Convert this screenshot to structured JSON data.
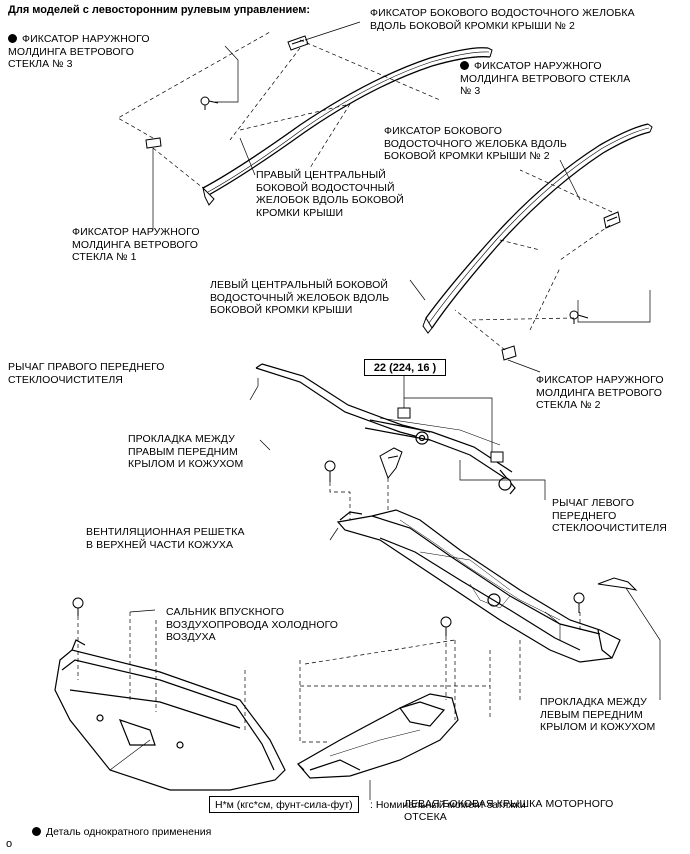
{
  "title": "Для моделей с левосторонним рулевым управлением:",
  "labels": {
    "clip_side_gutter_2_top": "ФИКСАТОР БОКОВОГО ВОДОСТОЧНОГО ЖЕЛОБКА\nВДОЛЬ БОКОВОЙ КРОМКИ КРЫШИ № 2",
    "clip_molding_3_left": "ФИКСАТОР НАРУЖНОГО\nМОЛДИНГА ВЕТРОВОГО\nСТЕКЛА № 3",
    "clip_molding_3_right": "ФИКСАТОР НАРУЖНОГО\nМОЛДИНГА ВЕТРОВОГО СТЕКЛА\n№ 3",
    "clip_side_gutter_2_right": "ФИКСАТОР БОКОВОГО\nВОДОСТОЧНОГО ЖЕЛОБКА ВДОЛЬ\nБОКОВОЙ КРОМКИ КРЫШИ № 2",
    "right_center_gutter": "ПРАВЫЙ ЦЕНТРАЛЬНЫЙ\nБОКОВОЙ ВОДОСТОЧНЫЙ\nЖЕЛОБОК ВДОЛЬ БОКОВОЙ\nКРОМКИ КРЫШИ",
    "clip_molding_1": "ФИКСАТОР НАРУЖНОГО\nМОЛДИНГА ВЕТРОВОГО\nСТЕКЛА № 1",
    "left_center_gutter": "ЛЕВЫЙ ЦЕНТРАЛЬНЫЙ БОКОВОЙ\nВОДОСТОЧНЫЙ ЖЕЛОБОК ВДОЛЬ\nБОКОВОЙ КРОМКИ КРЫШИ",
    "right_wiper_arm": "РЫЧАГ ПРАВОГО ПЕРЕДНЕГО\nСТЕКЛООЧИСТИТЕЛЯ",
    "clip_molding_2": "ФИКСАТОР НАРУЖНОГО\nМОЛДИНГА ВЕТРОВОГО\nСТЕКЛА № 2",
    "seal_right_fender": "ПРОКЛАДКА МЕЖДУ\nПРАВЫМ ПЕРЕДНИМ\nКРЫЛОМ И КОЖУХОМ",
    "left_wiper_arm": "РЫЧАГ ЛЕВОГО\nПЕРЕДНЕГО\nСТЕКЛООЧИСТИТЕЛЯ",
    "cowl_louver": "ВЕНТИЛЯЦИОННАЯ РЕШЕТКА\nВ ВЕРХНЕЙ ЧАСТИ КОЖУХА",
    "cool_air_seal": "САЛЬНИК ВПУСКНОГО\nВОЗДУХОПРОВОДА ХОЛОДНОГО\nВОЗДУХА",
    "seal_left_fender": "ПРОКЛАДКА МЕЖДУ\nЛЕВЫМ ПЕРЕДНИМ\nКРЫЛОМ И КОЖУХОМ",
    "engine_side_cover": "ЛЕВАЯ БОКОВАЯ КРЫШКА МОТОРНОГО\nОТСЕКА"
  },
  "torque": "22 (224, 16 )",
  "legend": {
    "torque_units": "Н*м (кгс*см, фунт-сила-фут)",
    "torque_desc": ": Номинальный момент затяжки",
    "nonreusable": "Деталь однократного применения"
  },
  "code": "o"
}
